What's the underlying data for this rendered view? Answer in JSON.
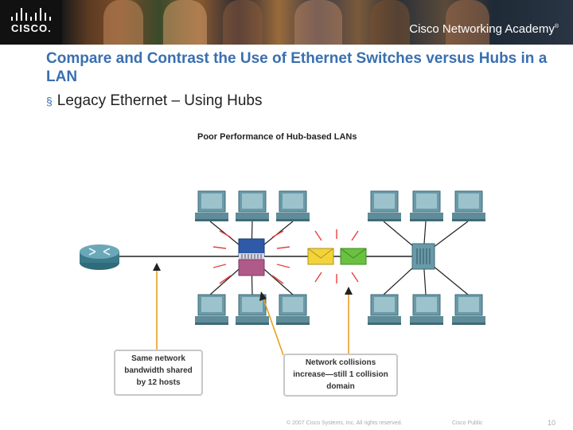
{
  "banner": {
    "brand": "CISCO.",
    "academy": "Cisco Networking Academy",
    "trademark": "®"
  },
  "slide": {
    "title": "Compare and Contrast the Use of Ethernet Switches versus Hubs in a LAN",
    "bullet": "Legacy Ethernet – Using Hubs"
  },
  "diagram": {
    "title": "Poor Performance of Hub-based LANs",
    "callout_bandwidth": [
      "Same network",
      "bandwidth shared",
      "by 12 hosts"
    ],
    "callout_collisions": [
      "Network collisions",
      "increase—still 1 collision",
      "domain"
    ],
    "colors": {
      "accent_title": "#3a6fb0",
      "arrow": "#e8a020",
      "collision": "#e84040",
      "hub_left": "#2e5aa8",
      "hub_left_lower": "#b05a8a",
      "router": "#3a7a8a",
      "envelope_left": "#f2d43a",
      "envelope_right": "#6ac040"
    }
  },
  "footer": {
    "copyright": "© 2007 Cisco Systems, Inc. All rights reserved.",
    "classification": "Cisco Public",
    "page": "10"
  }
}
